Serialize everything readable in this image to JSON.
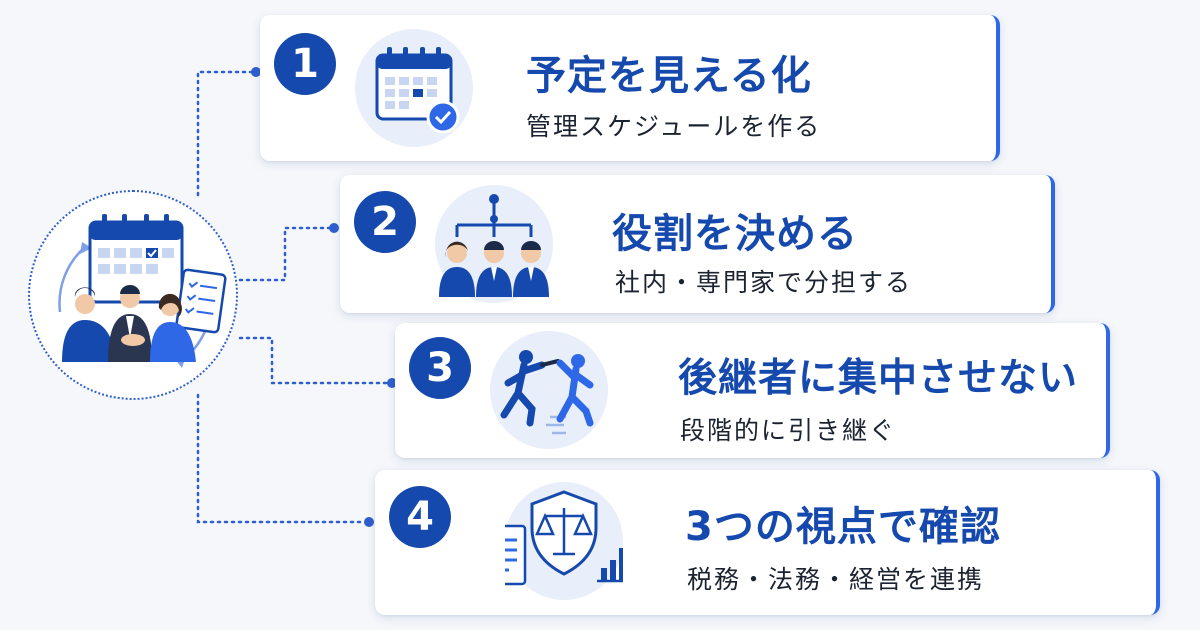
{
  "steps": [
    {
      "number": "1",
      "title": "予定を見える化",
      "subtitle": "管理スケジュールを作る",
      "icon": "calendar-check-icon"
    },
    {
      "number": "2",
      "title": "役割を決める",
      "subtitle": "社内・専門家で分担する",
      "icon": "org-chart-team-icon"
    },
    {
      "number": "3",
      "title": "後継者に集中させない",
      "subtitle": "段階的に引き継ぐ",
      "icon": "relay-baton-icon"
    },
    {
      "number": "4",
      "title": "3つの視点で確認",
      "subtitle": "税務・法務・経営を連携",
      "icon": "shield-scale-chart-icon"
    }
  ],
  "hub": {
    "icon": "calendar-team-handshake-icon"
  },
  "colors": {
    "primary": "#1549ad",
    "accent": "#2f68e6",
    "light": "#e8eefa",
    "background": "#f5f7fb"
  }
}
